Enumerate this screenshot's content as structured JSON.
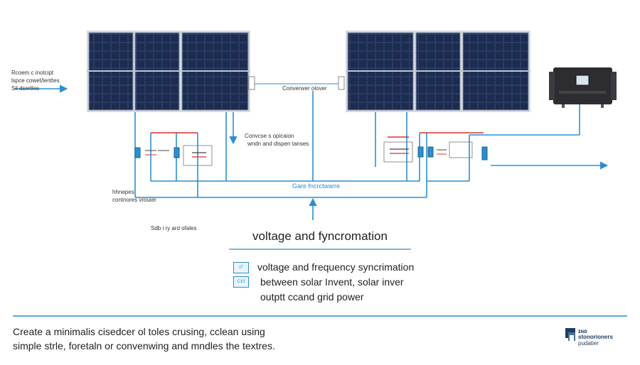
{
  "colors": {
    "wire": "#2a8fd0",
    "live": "#d9302c",
    "panel": "#1c2b4f",
    "panel_frame": "#bfc7d4",
    "inverter": "#2d2d31",
    "divider": "#2a8fd0"
  },
  "labels": {
    "left_note_1": "Rcoem c inotcipt",
    "left_note_2": "lspce cowet/lenttes",
    "left_note_3": "Sil dsertles",
    "connector_left": "Converwer olover",
    "conv_note_1": "Convcse s opicaion",
    "conv_note_2": "wndn and dispen tanses",
    "grid": "Gare fncrctwarre",
    "side_note_1": "hhnepes",
    "side_note_2": "contnores vrouier",
    "bottom_note": "Sdb i ry ard ofales"
  },
  "section": {
    "title": "voltage and fyncromation",
    "info_line_1": "voltage and frequency syncrimation",
    "info_line_2": "between solar  Invent, solar inver",
    "info_line_3": "outptt ccand grid power",
    "badge_1": "ɪ7",
    "badge_2": "C10"
  },
  "caption": {
    "line_1": "Create a minimalis cisedcer ol toles crusing, cclean using",
    "line_2": "simple strle, foretaln or convenwing and mndles the textres."
  },
  "logo": {
    "line_1": "ɪɴᴅ",
    "line_2": "stonorioners",
    "line_3": "pudatier"
  },
  "icons": {
    "inverter": "inverter-icon",
    "logo": "logo-icon"
  }
}
